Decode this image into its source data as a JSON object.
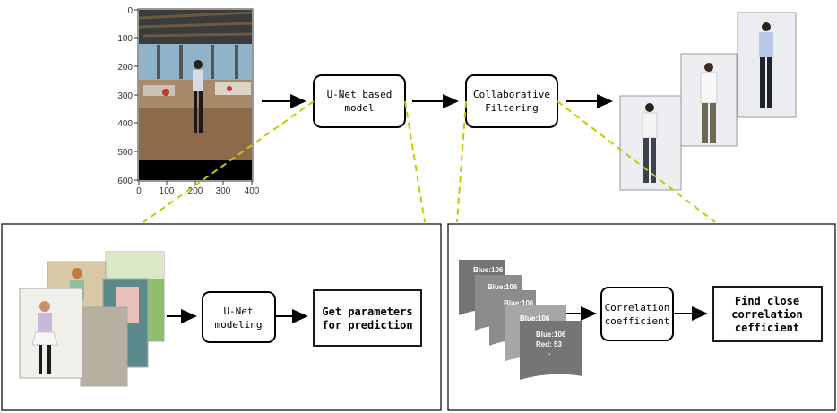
{
  "top_flow": {
    "photo_plot": {
      "y_ticks": [
        "0",
        "100",
        "200",
        "300",
        "400",
        "500",
        "600"
      ],
      "x_ticks": [
        "0",
        "100",
        "200",
        "300",
        "400"
      ]
    },
    "unet_box": [
      "U-Net based",
      "model"
    ],
    "cf_box": [
      "Collaborative",
      "Filtering"
    ]
  },
  "left_panel": {
    "unet_modeling": [
      "U-Net",
      "modeling"
    ],
    "get_params": [
      "Get parameters",
      "for prediction"
    ]
  },
  "right_panel": {
    "doc_labels": [
      "Blue:106",
      "Blue:106",
      "Blue:106",
      "Blue:106"
    ],
    "front_doc": [
      "Blue:106",
      "Red: 53",
      ":"
    ],
    "correlation_box": [
      "Correlation",
      "coefficient"
    ],
    "find_box": [
      "Find close",
      "correlation",
      "cefficient"
    ]
  },
  "colors": {
    "dashed_connector": "#c8c800",
    "doc_dark": "#757575",
    "doc_mid": "#8c8c8c",
    "doc_light": "#a6a6a6"
  }
}
